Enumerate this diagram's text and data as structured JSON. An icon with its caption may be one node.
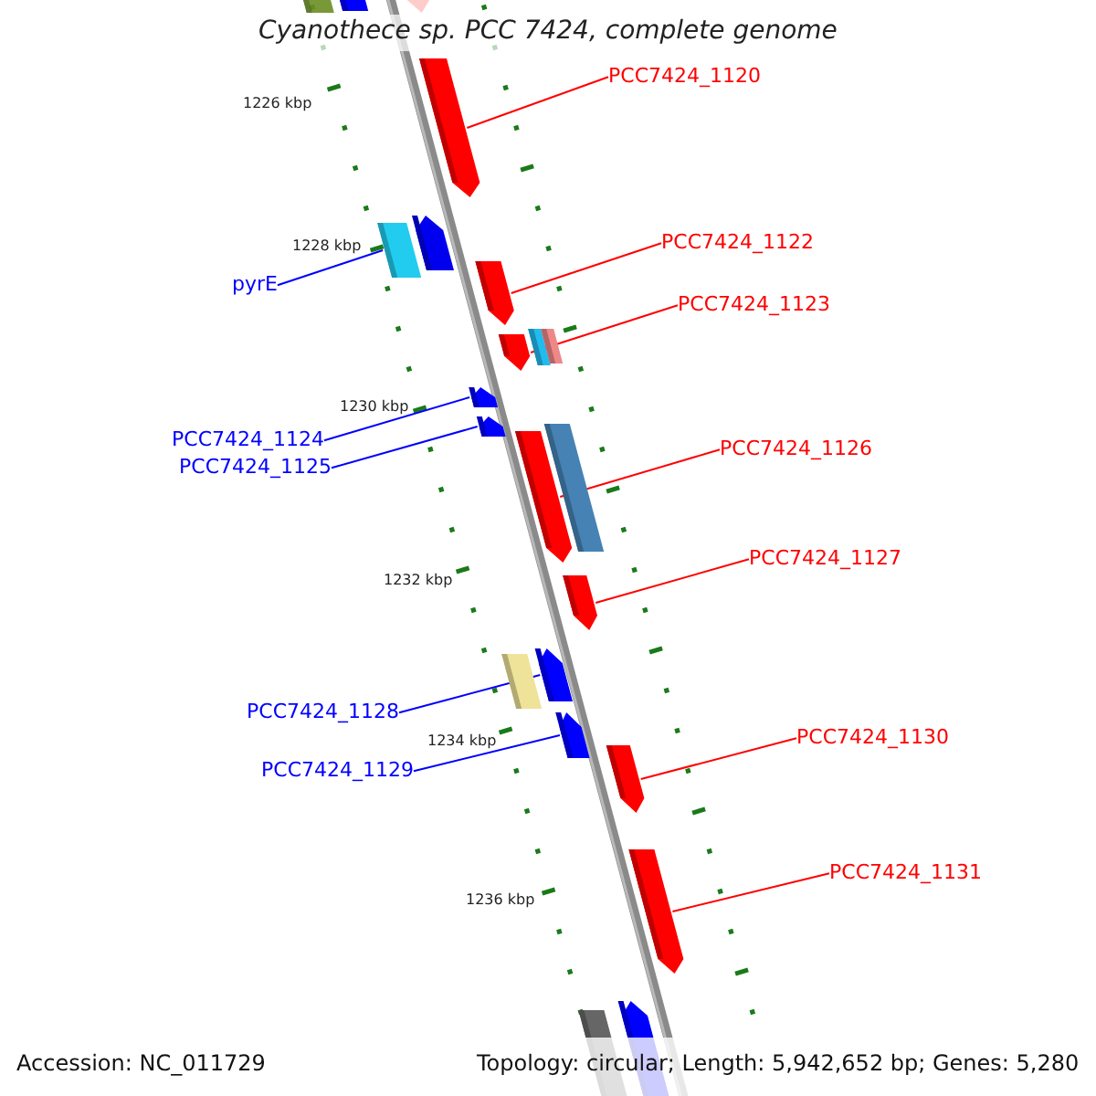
{
  "diagram": {
    "title": "Cyanothece sp. PCC 7424, complete genome",
    "nodes": [
      {
        "text": [
          "PCC7424_1120"
        ]
      },
      {
        "text": [],
        "shape": "pentagon"
      },
      {
        "text": [
          "pyrE"
        ]
      },
      {
        "text": [],
        "shape": "bar"
      },
      {
        "text": [
          "PCC7424_1122"
        ]
      },
      {
        "text": [],
        "shape": "pentagon"
      },
      {
        "text": [
          "PCC7424_1123"
        ]
      },
      {
        "text": [],
        "shape": "pentagon"
      },
      {
        "text": [
          "PCC7424_1124"
        ]
      },
      {
        "text": [],
        "shape": "pentagon"
      },
      {
        "text": [
          "PCC7424_1125"
        ]
      },
      {
        "text": [],
        "shape": "pentagon"
      },
      {
        "text": [
          "PCC7424_1126"
        ]
      },
      {
        "text": [],
        "shape": "pentagon"
      },
      {
        "text": [
          "PCC7424_1127"
        ]
      },
      {
        "text": [],
        "shape": "pentagon"
      },
      {
        "text": [
          "PCC7424_1128"
        ]
      },
      {
        "text": [],
        "shape": "pentagon"
      },
      {
        "text": [
          "PCC7424_1129"
        ]
      },
      {
        "text": [],
        "shape": "pentagon"
      },
      {
        "text": [
          "PCC7424_1130"
        ]
      },
      {
        "text": [],
        "shape": "pentagon"
      },
      {
        "text": [
          "PCC7424_1131"
        ]
      },
      {
        "text": [],
        "shape": "pentagon"
      },
      {
        "text": [],
        "shape": "bar"
      },
      {
        "text": [],
        "shape": "pentagon"
      },
      {
        "text": [],
        "shape": "pentagon"
      },
      {
        "text": [],
        "shape": "pentagon"
      },
      {
        "text": [],
        "shape": "bar"
      },
      {
        "text": [],
        "shape": "bar"
      },
      {
        "text": [],
        "shape": "bar"
      },
      {
        "text": [],
        "shape": "bar"
      },
      {
        "text": [],
        "shape": "bar"
      },
      {
        "text": [],
        "shape": "pentagon"
      }
    ],
    "edges": [
      {
        "from": 0,
        "to": 1,
        "arrow": "none"
      },
      {
        "from": 2,
        "to": 3,
        "arrow": "none",
        "color": "#0000ff"
      },
      {
        "from": 4,
        "to": 5,
        "arrow": "none"
      },
      {
        "from": 6,
        "to": 7,
        "arrow": "none"
      },
      {
        "from": 8,
        "to": 9,
        "arrow": "none",
        "color": "#0000ff"
      },
      {
        "from": 10,
        "to": 11,
        "arrow": "none",
        "color": "#0000ff"
      },
      {
        "from": 12,
        "to": 13,
        "arrow": "none"
      },
      {
        "from": 14,
        "to": 15,
        "arrow": "none"
      },
      {
        "from": 16,
        "to": 17,
        "arrow": "none",
        "color": "#0000ff"
      },
      {
        "from": 18,
        "to": 19,
        "arrow": "none",
        "color": "#0000ff"
      },
      {
        "from": 20,
        "to": 21,
        "arrow": "none"
      },
      {
        "from": 22,
        "to": 23,
        "arrow": "none"
      }
    ],
    "labels": [
      "1226 kbp",
      "1228 kbp",
      "1230 kbp",
      "1232 kbp",
      "1234 kbp",
      "1236 kbp",
      "Accession: NC_011729",
      "Topology: circular; Length: 5,942,652 bp; Genes: 5,280"
    ]
  }
}
